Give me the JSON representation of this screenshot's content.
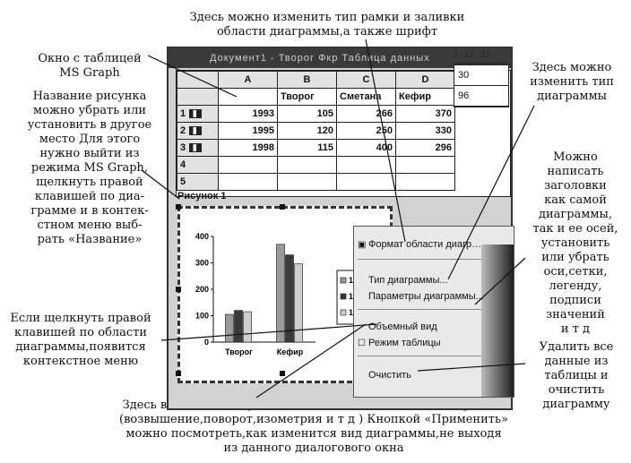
{
  "captions": {
    "top": [
      "Здесь можно изменить тип рамки и заливки",
      "области диаграммы,а также шрифт"
    ],
    "window": [
      "Окно с таблицей",
      "MS Graph"
    ],
    "title_removal": [
      "Название рисунка",
      "можно убрать или",
      "установить в другое",
      "место Для этого",
      "нужно выйти из",
      "режима MS Graph,",
      "щелкнуть правой",
      "клавишей по диа-",
      "грамме и в контек-",
      "стном меню выб-",
      "рать «Название»"
    ],
    "chart_type": [
      "Здесь можно",
      "изменить тип",
      "диаграммы"
    ],
    "titles": [
      "Можно",
      "написать",
      "заголовки",
      "как самой",
      "диаграммы,",
      "так и ее осей,",
      "установить",
      "или убрать",
      "оси,сетки,",
      "легенду,",
      "подписи",
      "значений",
      "и т д"
    ],
    "context": [
      "Если щелкнуть правой",
      "клавишей по области",
      "диаграммы,появится",
      "контекстное меню"
    ],
    "delete": [
      "Удалить все",
      "данные из",
      "таблицы и",
      "очистить",
      "диаграмму"
    ],
    "bottom": [
      "Здесь выполняются установки,связанные с видом диаграммы",
      "(возвышение,поворот,изометрия и т д ) Кнопкой «Применить»",
      "можно посмотреть,как изменится вид диаграммы,не выходя",
      "из данного диалогового окна"
    ]
  },
  "graph_window": {
    "title": "Документ1 - Творог Фкр Таблица данных",
    "ruler": "1 · 12 · 13 ·",
    "side_values": [
      "30",
      "96"
    ]
  },
  "datasheet": {
    "columns": [
      "",
      "A",
      "B",
      "C",
      "D"
    ],
    "series_headers": [
      "",
      "Творог",
      "Сметана",
      "Кефир",
      ""
    ],
    "rows": [
      {
        "num": "1",
        "year": "1993",
        "values": [
          "105",
          "266",
          "370"
        ]
      },
      {
        "num": "2",
        "year": "1995",
        "values": [
          "120",
          "250",
          "330"
        ]
      },
      {
        "num": "3",
        "year": "1998",
        "values": [
          "115",
          "400",
          "296"
        ]
      },
      {
        "num": "4",
        "year": "",
        "values": [
          "",
          "",
          ""
        ]
      },
      {
        "num": "5",
        "year": "",
        "values": [
          "",
          "",
          ""
        ]
      }
    ]
  },
  "figure_caption": "Рисунок 1",
  "chart_data": {
    "type": "bar",
    "categories": [
      "Творог",
      "Кефир"
    ],
    "series": [
      {
        "name": "19",
        "values": [
          105,
          370
        ]
      },
      {
        "name": "19",
        "values": [
          120,
          330
        ]
      },
      {
        "name": "19",
        "values": [
          115,
          296
        ]
      }
    ],
    "yticks": [
      "0",
      "100",
      "200",
      "300",
      "400"
    ],
    "ylim": [
      0,
      400
    ],
    "colors": [
      "#9a9a9a",
      "#3a3a3a",
      "#cfcfcf"
    ]
  },
  "context_menu": {
    "items": [
      {
        "icon": "▣",
        "label": "Формат области диагр…"
      },
      {
        "icon": "",
        "label": "Тип диаграммы..."
      },
      {
        "icon": "",
        "label": "Параметры диаграммы..."
      },
      {
        "icon": "",
        "label": "Объемный вид"
      },
      {
        "icon": "☐",
        "label": "Режим таблицы"
      },
      {
        "icon": "",
        "label": "Очистить"
      }
    ]
  }
}
